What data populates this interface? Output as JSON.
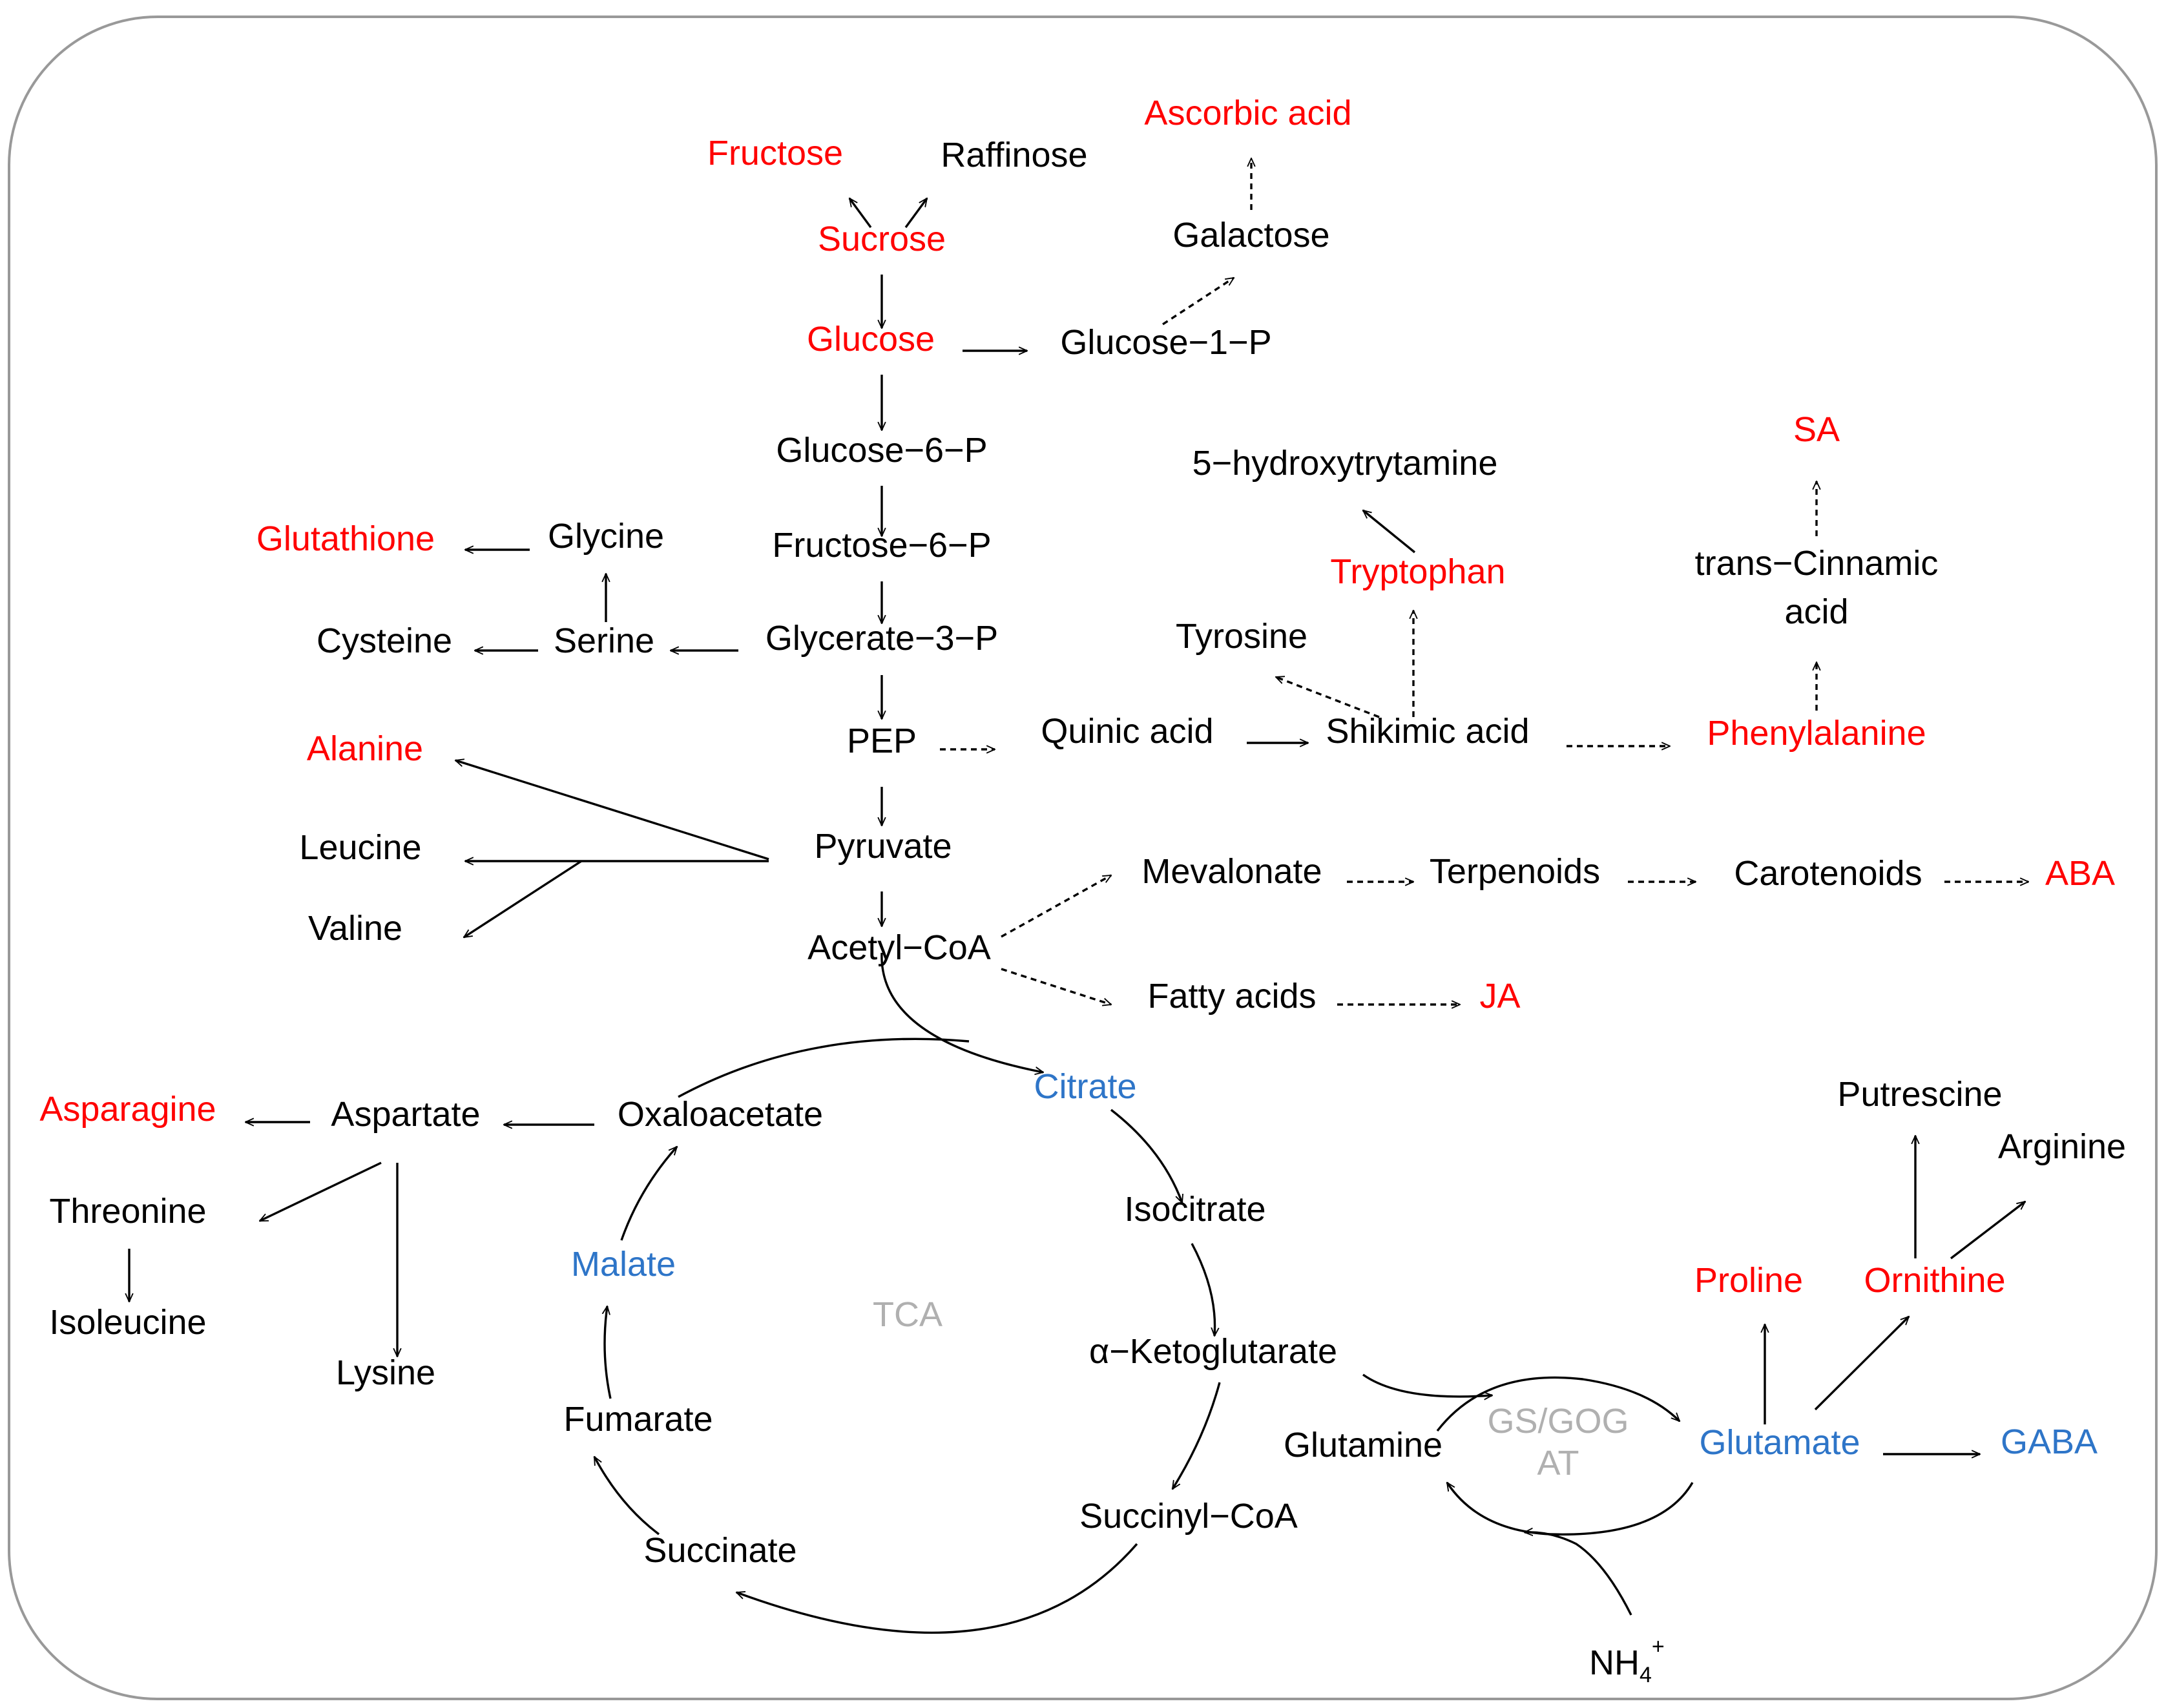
{
  "nodes": {
    "fructose": "Fructose",
    "raffinose": "Raffinose",
    "ascorbic_acid": "Ascorbic acid",
    "sucrose": "Sucrose",
    "galactose": "Galactose",
    "glucose": "Glucose",
    "glucose_1_p": "Glucose−1−P",
    "glucose_6_p": "Glucose−6−P",
    "fructose_6_p": "Fructose−6−P",
    "glycerate_3_p": "Glycerate−3−P",
    "glutathione": "Glutathione",
    "glycine": "Glycine",
    "cysteine": "Cysteine",
    "serine": "Serine",
    "pep": "PEP",
    "quinic_acid": "Quinic acid",
    "shikimic_acid": "Shikimic acid",
    "phenylalanine": "Phenylalanine",
    "tyrosine": "Tyrosine",
    "tryptophan": "Tryptophan",
    "hydroxytryptamine": "5−hydroxytrytamine",
    "sa": "SA",
    "trans_cinnamic_1": "trans−Cinnamic",
    "trans_cinnamic_2": "acid",
    "alanine": "Alanine",
    "leucine": "Leucine",
    "valine": "Valine",
    "pyruvate": "Pyruvate",
    "acetyl_coa": "Acetyl−CoA",
    "mevalonate": "Mevalonate",
    "terpenoids": "Terpenoids",
    "carotenoids": "Carotenoids",
    "aba": "ABA",
    "fatty_acids": "Fatty acids",
    "ja": "JA",
    "citrate": "Citrate",
    "isocitrate": "Isocitrate",
    "ketoglutarate": "α−Ketoglutarate",
    "succinyl_coa": "Succinyl−CoA",
    "succinate": "Succinate",
    "fumarate": "Fumarate",
    "malate": "Malate",
    "oxaloacetate": "Oxaloacetate",
    "tca": "TCA",
    "aspartate": "Aspartate",
    "asparagine": "Asparagine",
    "threonine": "Threonine",
    "isoleucine": "Isoleucine",
    "lysine": "Lysine",
    "glutamine": "Glutamine",
    "gsgogat_1": "GS/GOG",
    "gsgogat_2": "AT",
    "glutamate": "Glutamate",
    "gaba": "GABA",
    "proline": "Proline",
    "ornithine": "Ornithine",
    "putrescine": "Putrescine",
    "arginine": "Arginine",
    "nh4_base": "NH",
    "nh4_sub": "4",
    "nh4_sup": "+"
  },
  "colors": {
    "highlight_red": "#ff0000",
    "highlight_blue": "#2e75c8",
    "enzyme_gray": "#b0b0b0",
    "default_black": "#000000",
    "frame_gray": "#999999"
  }
}
